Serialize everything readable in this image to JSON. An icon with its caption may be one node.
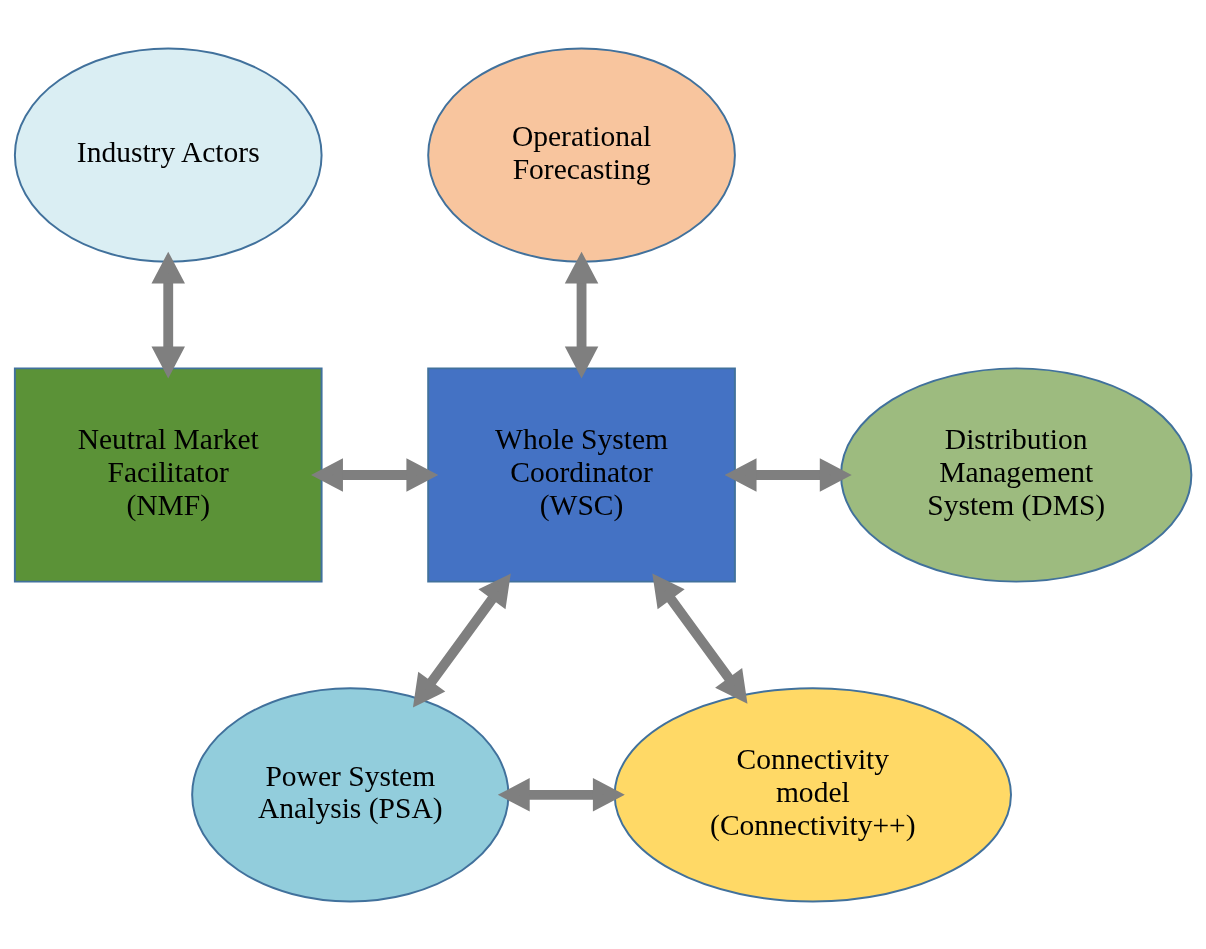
{
  "diagram": {
    "nodes": [
      {
        "text": [
          "Industry Actors"
        ]
      },
      {
        "text": [
          "Operational Forecasting"
        ]
      },
      {
        "text": [
          "Neutral Market Facilitator (NMF)"
        ]
      },
      {
        "text": [
          "Whole System Coordinator (WSC)"
        ]
      },
      {
        "text": [
          "Distribution Management System (DMS)"
        ]
      },
      {
        "text": [
          "Power System Analysis (PSA)"
        ]
      },
      {
        "text": [
          "Connectivity model (Connectivity++)"
        ]
      }
    ],
    "edges": [
      {
        "from": 0,
        "to": 2,
        "arrow": "both"
      },
      {
        "from": 1,
        "to": 3,
        "arrow": "both"
      },
      {
        "from": 2,
        "to": 3,
        "arrow": "both"
      },
      {
        "from": 3,
        "to": 4,
        "arrow": "both"
      },
      {
        "from": 3,
        "to": 5,
        "arrow": "both"
      },
      {
        "from": 3,
        "to": 6,
        "arrow": "both"
      },
      {
        "from": 5,
        "to": 6,
        "arrow": "both"
      }
    ]
  }
}
